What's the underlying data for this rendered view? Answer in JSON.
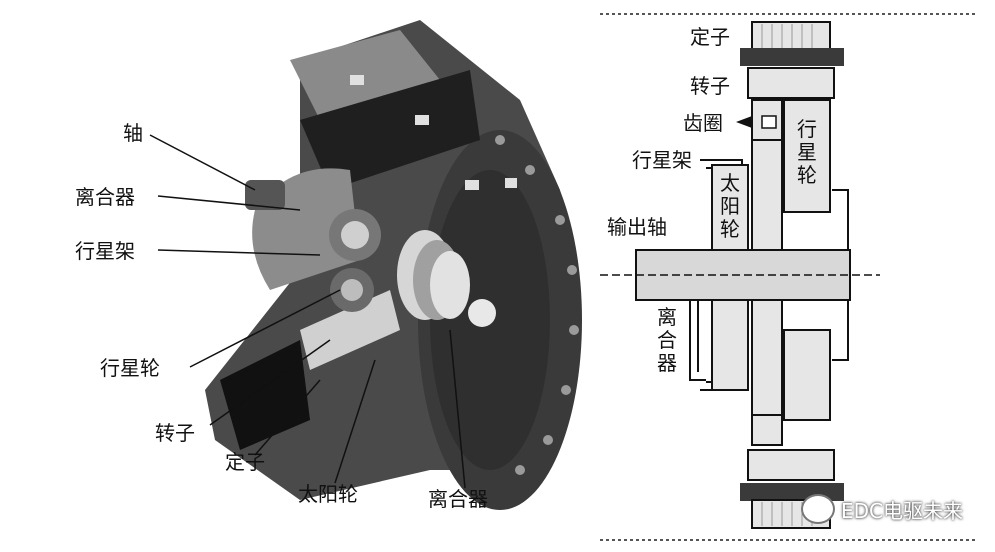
{
  "left_labels": {
    "shaft": "轴",
    "clutch": "离合器",
    "planet_carrier": "行星架",
    "planet_gear": "行星轮",
    "rotor": "转子",
    "stator": "定子",
    "sun_gear": "太阳轮",
    "clutch_bottom": "离合器"
  },
  "right_labels": {
    "stator": "定子",
    "rotor": "转子",
    "ring_gear": "齿圈",
    "planet_carrier": "行星架",
    "planet_gear": "行星轮",
    "sun_gear": "太阳轮",
    "output_shaft": "输出轴",
    "clutch": "离合器"
  },
  "watermark": "EDC电驱未来",
  "colors": {
    "line": "#111111",
    "light_fill": "#dcdcdc",
    "dark": "#2a2a2a"
  }
}
